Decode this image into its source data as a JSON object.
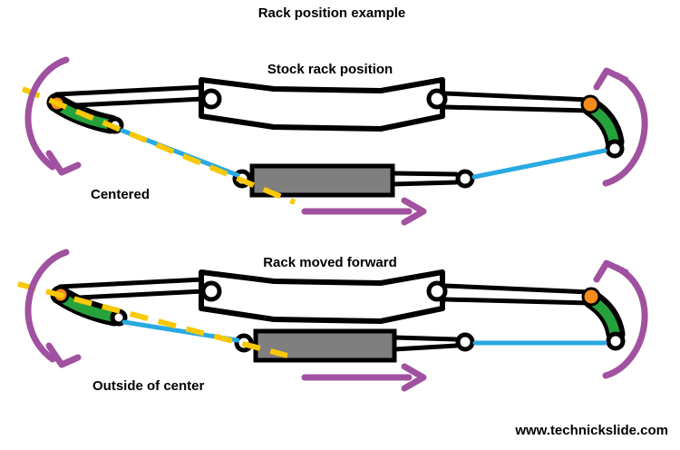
{
  "page": {
    "title": "Rack position example",
    "footer": "www.technickslide.com"
  },
  "colors": {
    "outline": "#000000",
    "green": "#26a23c",
    "orange": "#f68c1e",
    "blue": "#29a9e1",
    "yellow": "#f9c806",
    "purple": "#a0519f",
    "gray": "#7f7f7f"
  },
  "diagrams": [
    {
      "title": "Stock rack position",
      "label": "Centered"
    },
    {
      "title": "Rack moved forward",
      "label": "Outside of center"
    }
  ]
}
